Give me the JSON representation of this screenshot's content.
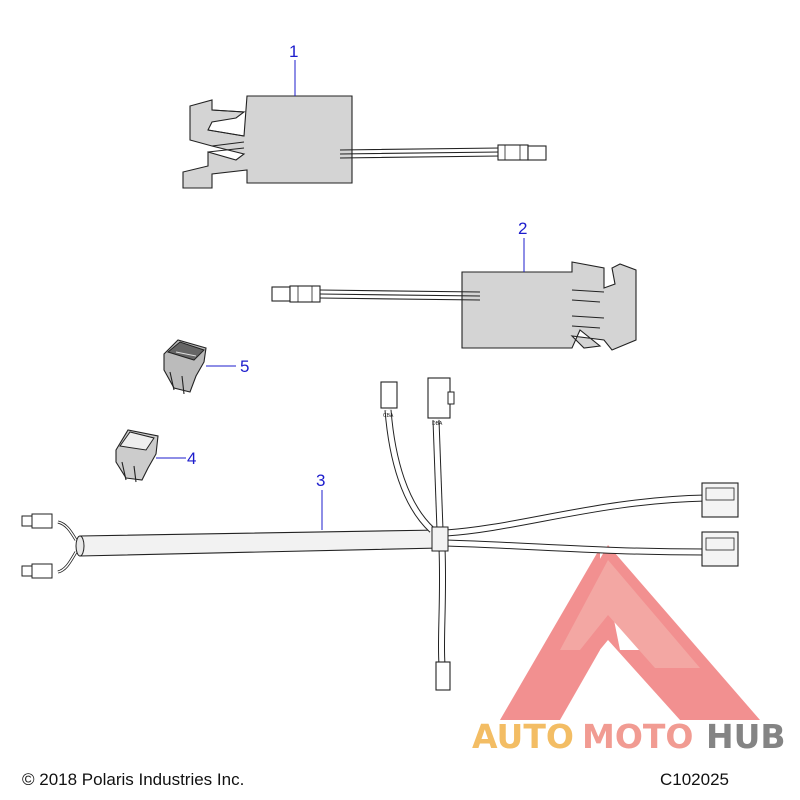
{
  "diagram": {
    "callouts": [
      {
        "id": "1",
        "label": "1"
      },
      {
        "id": "2",
        "label": "2"
      },
      {
        "id": "3",
        "label": "3"
      },
      {
        "id": "4",
        "label": "4"
      },
      {
        "id": "5",
        "label": "5"
      }
    ],
    "connector_tags": {
      "left": "CBA",
      "right": "DBA"
    }
  },
  "footer": {
    "copyright": "© 2018 Polaris Industries Inc.",
    "drawing_code": "C102025"
  },
  "watermark": {
    "part1": "AUTO",
    "part2": "MOTO",
    "part3": "HUB",
    "colors": {
      "auto": "#f1b24a",
      "moto": "#ef8a80",
      "hub": "#6f6f6f",
      "triangle": "#ee6c6c"
    }
  },
  "colors": {
    "callout": "#1c1ccc",
    "part_fill": "#d4d4d4",
    "outline": "#222222"
  }
}
